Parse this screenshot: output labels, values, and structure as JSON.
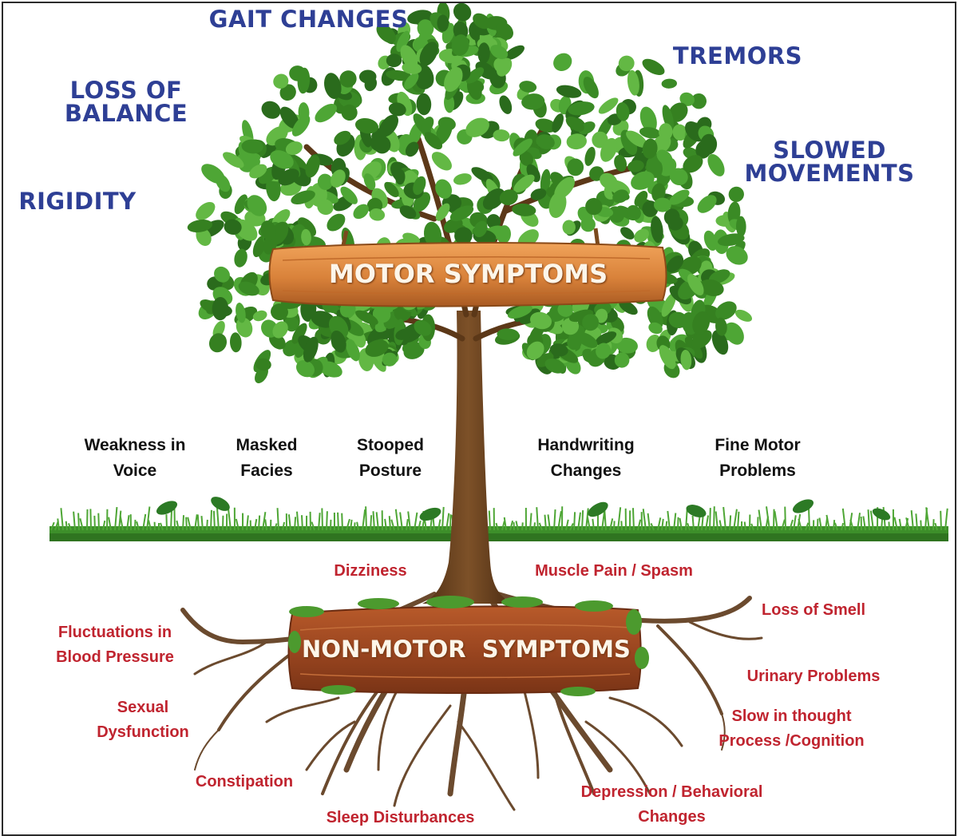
{
  "motor_sign": "MOTOR SYMPTOMS",
  "non_motor_sign": "NON-MOTOR  SYMPTOMS",
  "motor_symptoms": {
    "gait": "GAIT CHANGES",
    "tremors": "TREMORS",
    "balance": "LOSS OF\nBALANCE",
    "slowed": "SLOWED\nMOVEMENTS",
    "rigidity": "RIGIDITY"
  },
  "visible_symptoms": {
    "voice": "Weakness in\nVoice",
    "facies": "Masked\nFacies",
    "posture": "Stooped\nPosture",
    "handwriting": "Handwriting\nChanges",
    "fine_motor": "Fine Motor\nProblems"
  },
  "non_motor_symptoms": {
    "dizziness": "Dizziness",
    "muscle": "Muscle Pain / Spasm",
    "bp": "Fluctuations in\nBlood Pressure",
    "smell": "Loss of Smell",
    "urinary": "Urinary Problems",
    "sexual": "Sexual\nDysfunction",
    "cognition": "Slow in thought\nProcess /Cognition",
    "constipation": "Constipation",
    "depression": "Depression / Behavioral\nChanges",
    "sleep": "Sleep Disturbances"
  },
  "colors": {
    "motor_text": "#2e3f95",
    "non_motor_text": "#c0242f",
    "leaf": "#3f9a2a",
    "leaf_dark": "#2a6b1c",
    "trunk": "#6e4420",
    "wood_sign": "#d9823a",
    "root": "#6b4a2e"
  },
  "icons": {
    "tree": "tree-icon",
    "sign": "wooden-sign-icon",
    "grass": "grass-icon",
    "roots": "roots-icon"
  }
}
